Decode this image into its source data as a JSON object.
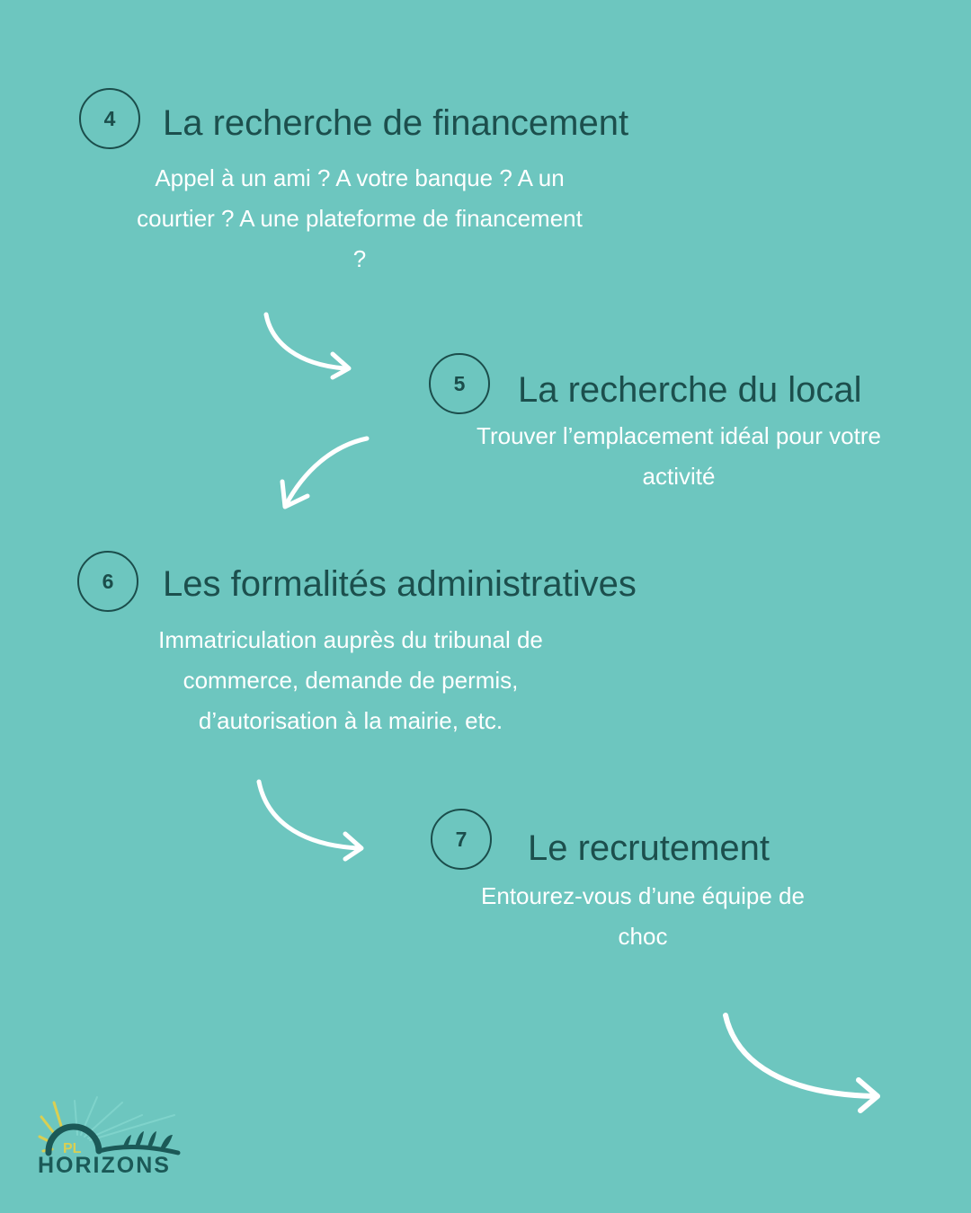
{
  "steps": [
    {
      "number": "4",
      "title": "La recherche de financement",
      "description": "Appel à un ami ? A votre banque ? A un courtier ? A une plateforme de financement ?"
    },
    {
      "number": "5",
      "title": "La recherche du local",
      "description": "Trouver l’emplacement idéal pour votre activité"
    },
    {
      "number": "6",
      "title": "Les formalités administratives",
      "description": "Immatriculation auprès du tribunal de commerce, demande de permis, d’autorisation à la mairie, etc."
    },
    {
      "number": "7",
      "title": "Le recrutement",
      "description": "Entourez-vous d’une équipe de choc"
    }
  ],
  "logo": {
    "name": "HORIZONS",
    "initials": "PL"
  },
  "colors": {
    "background": "#6dc6bf",
    "title": "#1c4f4d",
    "description": "#ffffff",
    "arrow": "#ffffff",
    "logo_dark": "#1b5957",
    "logo_yellow": "#d9cf53"
  }
}
